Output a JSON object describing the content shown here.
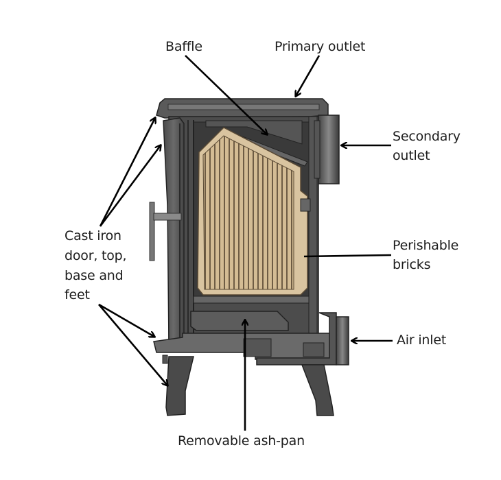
{
  "title": "Wood stove cross-section",
  "labels": {
    "baffle": "Baffle",
    "primary_outlet": "Primary outlet",
    "secondary_outlet": [
      "Secondary",
      "outlet"
    ],
    "perishable_bricks": [
      "Perishable",
      "bricks"
    ],
    "air_inlet": "Air inlet",
    "cast_iron": [
      "Cast iron",
      "door, top,",
      "base and",
      "feet"
    ],
    "ash_pan": "Removable ash-pan"
  },
  "colors": {
    "text": "#1c1c1c",
    "arrow": "#000000",
    "iron_dark": "#3f3f3f",
    "iron_mid": "#5e5e5e",
    "iron_light": "#8a8a8a",
    "brick": "#d9c4a0",
    "brick_dark": "#8a7455"
  }
}
